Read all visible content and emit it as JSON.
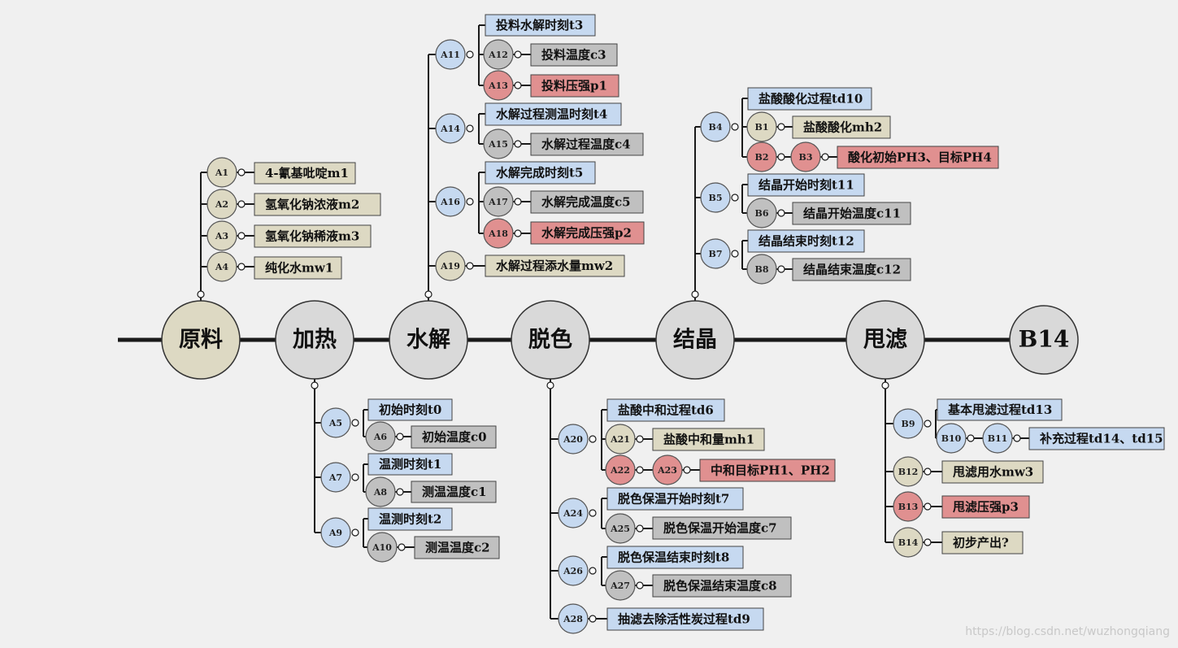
{
  "colors": {
    "background": "#f0f0f0",
    "line": "#1a1a1a",
    "blue": "#c6d9f0",
    "beige": "#ddd9c3",
    "gray": "#c0c0c0",
    "red": "#e09090",
    "main_beige": "#ddd9c3",
    "main_gray": "#d9d9d9"
  },
  "main_nodes": [
    {
      "id": "raw",
      "label": "原料",
      "color": "beige"
    },
    {
      "id": "heat",
      "label": "加热",
      "color": "main_gray"
    },
    {
      "id": "hydro",
      "label": "水解",
      "color": "main_gray"
    },
    {
      "id": "decolor",
      "label": "脱色",
      "color": "main_gray"
    },
    {
      "id": "crystal",
      "label": "结晶",
      "color": "main_gray"
    },
    {
      "id": "spin",
      "label": "甩滤",
      "color": "main_gray"
    },
    {
      "id": "b14end",
      "label": "B14",
      "color": "main_gray"
    }
  ],
  "nodes": [
    {
      "id": "A1",
      "label": "A1",
      "color": "beige"
    },
    {
      "id": "A2",
      "label": "A2",
      "color": "beige"
    },
    {
      "id": "A3",
      "label": "A3",
      "color": "beige"
    },
    {
      "id": "A4",
      "label": "A4",
      "color": "beige"
    },
    {
      "id": "A5",
      "label": "A5",
      "color": "blue"
    },
    {
      "id": "A6",
      "label": "A6",
      "color": "gray"
    },
    {
      "id": "A7",
      "label": "A7",
      "color": "blue"
    },
    {
      "id": "A8",
      "label": "A8",
      "color": "gray"
    },
    {
      "id": "A9",
      "label": "A9",
      "color": "blue"
    },
    {
      "id": "A10",
      "label": "A10",
      "color": "gray"
    },
    {
      "id": "A11",
      "label": "A11",
      "color": "blue"
    },
    {
      "id": "A12",
      "label": "A12",
      "color": "gray"
    },
    {
      "id": "A13",
      "label": "A13",
      "color": "red"
    },
    {
      "id": "A14",
      "label": "A14",
      "color": "blue"
    },
    {
      "id": "A15",
      "label": "A15",
      "color": "gray"
    },
    {
      "id": "A16",
      "label": "A16",
      "color": "blue"
    },
    {
      "id": "A17",
      "label": "A17",
      "color": "gray"
    },
    {
      "id": "A18",
      "label": "A18",
      "color": "red"
    },
    {
      "id": "A19",
      "label": "A19",
      "color": "beige"
    },
    {
      "id": "A20",
      "label": "A20",
      "color": "blue"
    },
    {
      "id": "A21",
      "label": "A21",
      "color": "beige"
    },
    {
      "id": "A22",
      "label": "A22",
      "color": "red"
    },
    {
      "id": "A23",
      "label": "A23",
      "color": "red"
    },
    {
      "id": "A24",
      "label": "A24",
      "color": "blue"
    },
    {
      "id": "A25",
      "label": "A25",
      "color": "gray"
    },
    {
      "id": "A26",
      "label": "A26",
      "color": "blue"
    },
    {
      "id": "A27",
      "label": "A27",
      "color": "gray"
    },
    {
      "id": "A28",
      "label": "A28",
      "color": "blue"
    },
    {
      "id": "B4",
      "label": "B4",
      "color": "blue"
    },
    {
      "id": "B1",
      "label": "B1",
      "color": "beige"
    },
    {
      "id": "B2",
      "label": "B2",
      "color": "red"
    },
    {
      "id": "B3",
      "label": "B3",
      "color": "red"
    },
    {
      "id": "B5",
      "label": "B5",
      "color": "blue"
    },
    {
      "id": "B6",
      "label": "B6",
      "color": "gray"
    },
    {
      "id": "B7",
      "label": "B7",
      "color": "blue"
    },
    {
      "id": "B8",
      "label": "B8",
      "color": "gray"
    },
    {
      "id": "B9",
      "label": "B9",
      "color": "blue"
    },
    {
      "id": "B10",
      "label": "B10",
      "color": "blue"
    },
    {
      "id": "B11",
      "label": "B11",
      "color": "blue"
    },
    {
      "id": "B12",
      "label": "B12",
      "color": "beige"
    },
    {
      "id": "B13",
      "label": "B13",
      "color": "red"
    },
    {
      "id": "B14",
      "label": "B14",
      "color": "beige"
    }
  ],
  "labels": [
    {
      "id": "m1",
      "text": "4-氰基吡啶m1",
      "color": "beige"
    },
    {
      "id": "m2",
      "text": "氢氧化钠浓液m2",
      "color": "beige"
    },
    {
      "id": "m3",
      "text": "氢氧化钠稀液m3",
      "color": "beige"
    },
    {
      "id": "mw1",
      "text": "纯化水mw1",
      "color": "beige"
    },
    {
      "id": "t0",
      "text": "初始时刻t0",
      "color": "blue"
    },
    {
      "id": "c0",
      "text": "初始温度c0",
      "color": "gray"
    },
    {
      "id": "t1",
      "text": "温测时刻t1",
      "color": "blue"
    },
    {
      "id": "c1",
      "text": "测温温度c1",
      "color": "gray"
    },
    {
      "id": "t2",
      "text": "温测时刻t2",
      "color": "blue"
    },
    {
      "id": "c2",
      "text": "测温温度c2",
      "color": "gray"
    },
    {
      "id": "t3",
      "text": "投料水解时刻t3",
      "color": "blue"
    },
    {
      "id": "c3",
      "text": "投料温度c3",
      "color": "gray"
    },
    {
      "id": "p1",
      "text": "投料压强p1",
      "color": "red"
    },
    {
      "id": "t4",
      "text": "水解过程测温时刻t4",
      "color": "blue"
    },
    {
      "id": "c4",
      "text": "水解过程温度c4",
      "color": "gray"
    },
    {
      "id": "t5",
      "text": "水解完成时刻t5",
      "color": "blue"
    },
    {
      "id": "c5",
      "text": "水解完成温度c5",
      "color": "gray"
    },
    {
      "id": "p2",
      "text": "水解完成压强p2",
      "color": "red"
    },
    {
      "id": "mw2",
      "text": "水解过程添水量mw2",
      "color": "beige"
    },
    {
      "id": "td6",
      "text": "盐酸中和过程td6",
      "color": "blue"
    },
    {
      "id": "mh1",
      "text": "盐酸中和量mh1",
      "color": "beige"
    },
    {
      "id": "ph12",
      "text": "中和目标PH1、PH2",
      "color": "red"
    },
    {
      "id": "t7",
      "text": "脱色保温开始时刻t7",
      "color": "blue"
    },
    {
      "id": "c7",
      "text": "脱色保温开始温度c7",
      "color": "gray"
    },
    {
      "id": "t8",
      "text": "脱色保温结束时刻t8",
      "color": "blue"
    },
    {
      "id": "c8",
      "text": "脱色保温结束温度c8",
      "color": "gray"
    },
    {
      "id": "td9",
      "text": "抽滤去除活性炭过程td9",
      "color": "blue"
    },
    {
      "id": "td10",
      "text": "盐酸酸化过程td10",
      "color": "blue"
    },
    {
      "id": "mh2",
      "text": "盐酸酸化mh2",
      "color": "beige"
    },
    {
      "id": "ph34",
      "text": "酸化初始PH3、目标PH4",
      "color": "red"
    },
    {
      "id": "t11",
      "text": "结晶开始时刻t11",
      "color": "blue"
    },
    {
      "id": "c11",
      "text": "结晶开始温度c11",
      "color": "gray"
    },
    {
      "id": "t12",
      "text": "结晶结束时刻t12",
      "color": "blue"
    },
    {
      "id": "c12",
      "text": "结晶结束温度c12",
      "color": "gray"
    },
    {
      "id": "td13",
      "text": "基本甩滤过程td13",
      "color": "blue"
    },
    {
      "id": "td1415",
      "text": "补充过程td14、td15",
      "color": "blue"
    },
    {
      "id": "mw3",
      "text": "甩滤用水mw3",
      "color": "beige"
    },
    {
      "id": "p3",
      "text": "甩滤压强p3",
      "color": "red"
    },
    {
      "id": "out",
      "text": "初步产出?",
      "color": "beige"
    }
  ],
  "watermark": "https://blog.csdn.net/wuzhongqiang"
}
